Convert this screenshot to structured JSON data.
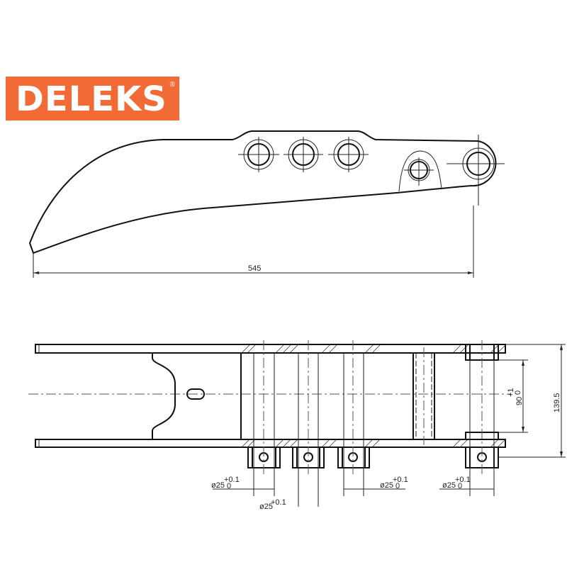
{
  "logo": {
    "brand": "DELEKS",
    "registered_mark": "®",
    "color": "#f26a36"
  },
  "side_view": {
    "length_dimension": "545"
  },
  "plan_view": {
    "overall_width_dimension": "139.5",
    "inner_width_dimension": "90",
    "inner_width_tolerance_upper": "+1",
    "inner_width_tolerance_lower": "0",
    "hole_dimensions": [
      {
        "label": "ø25",
        "tol_upper": "+0.1",
        "tol_lower": "0"
      },
      {
        "label": "ø25",
        "tol_upper": "+0.1",
        "tol_lower": "0"
      },
      {
        "label": "ø25",
        "tol_upper": "+0.1",
        "tol_lower": "0"
      }
    ],
    "partial_dimension": {
      "label": "ø25",
      "tol_upper": "+0.1"
    }
  }
}
